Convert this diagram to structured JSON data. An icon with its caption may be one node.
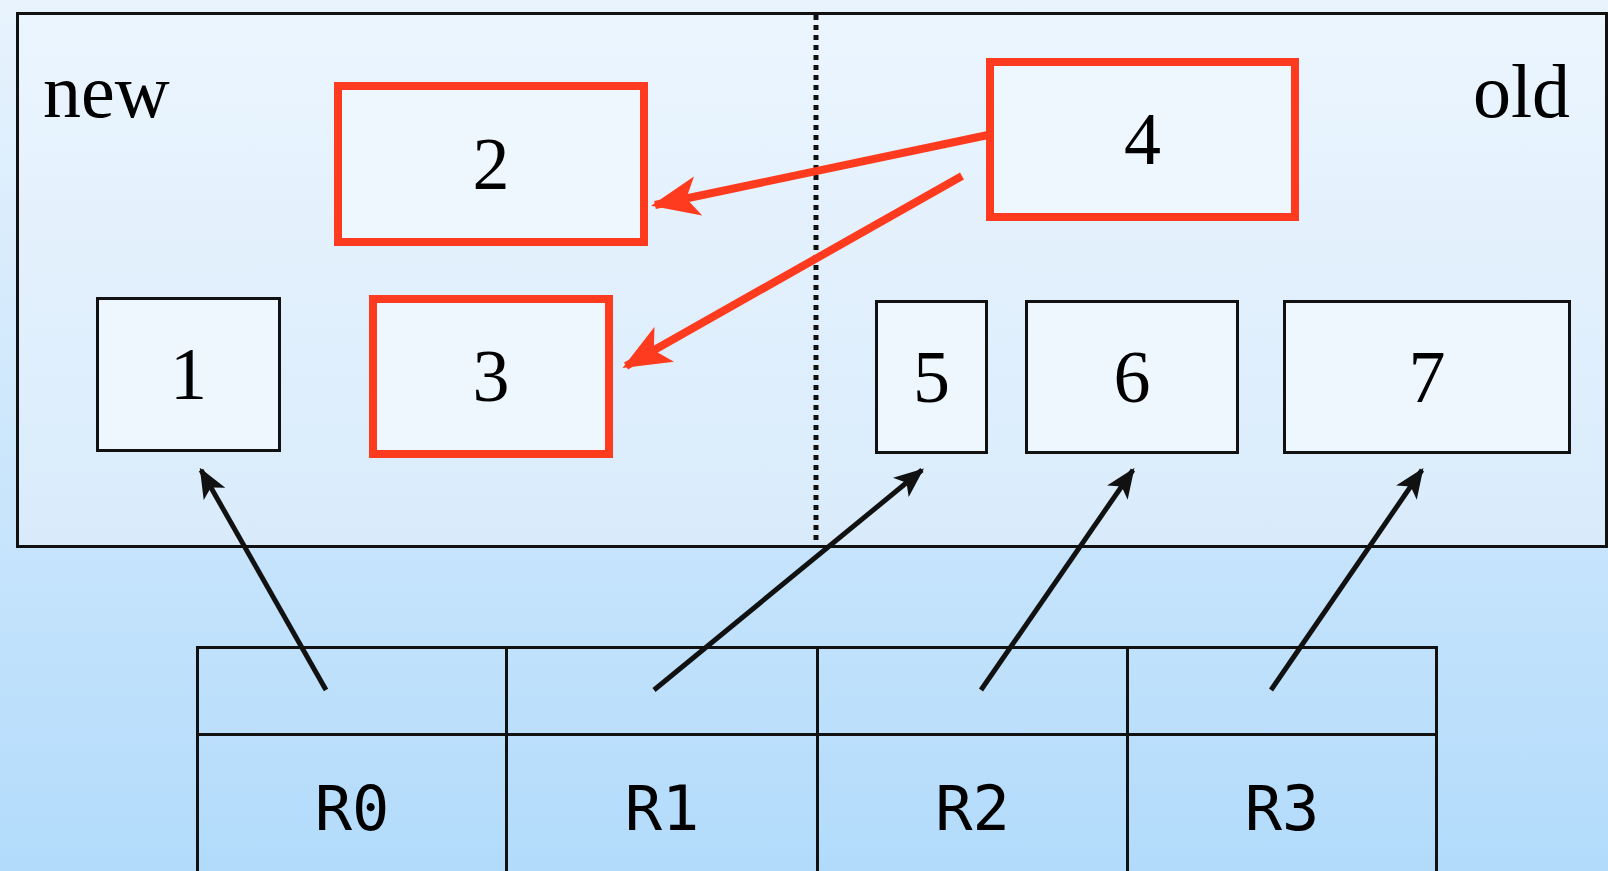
{
  "diagram": {
    "nodes": [
      {
        "text": [
          "new",
          "old"
        ]
      },
      {
        "text": [
          "2"
        ],
        "in": 0
      },
      {
        "text": [
          "4"
        ],
        "in": 0
      },
      {
        "text": [
          "1"
        ],
        "in": 0
      },
      {
        "text": [
          "3"
        ],
        "in": 0
      },
      {
        "text": [
          "5"
        ],
        "in": 0
      },
      {
        "text": [
          "6"
        ],
        "in": 0
      },
      {
        "text": [
          "7"
        ],
        "in": 0
      },
      {
        "text": [],
        "shape": "box"
      },
      {
        "text": [],
        "shape": "box"
      },
      {
        "text": [],
        "shape": "box"
      },
      {
        "text": [],
        "shape": "box"
      }
    ],
    "edges": [
      {
        "from": 2,
        "to": 1,
        "arrow": "to",
        "color": "#ff3b1f"
      },
      {
        "from": 2,
        "to": 4,
        "arrow": "to",
        "color": "#ff3b1f"
      },
      {
        "from": 8,
        "to": 3,
        "arrow": "to"
      },
      {
        "from": 9,
        "to": 5,
        "arrow": "to"
      },
      {
        "from": 10,
        "to": 6,
        "arrow": "to"
      },
      {
        "from": 11,
        "to": 7,
        "arrow": "to"
      }
    ],
    "labels": [
      "R0",
      "R1",
      "R2",
      "R3"
    ]
  }
}
